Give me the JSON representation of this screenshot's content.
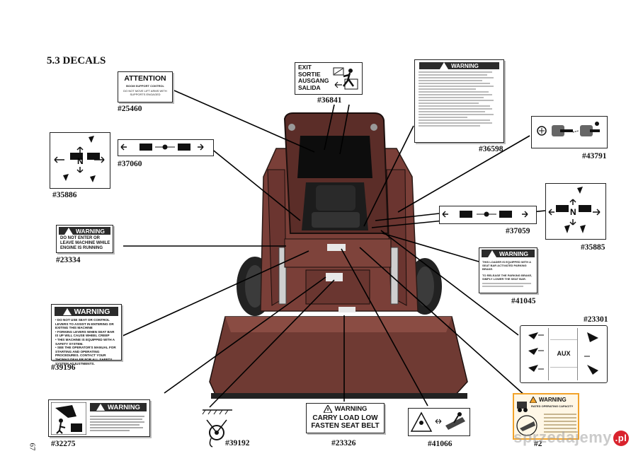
{
  "section_title": "5.3  DECALS",
  "page_number": "67",
  "watermark": {
    "text": "sprzedajemy",
    "badge": ".pl"
  },
  "decals": {
    "attention_25460": {
      "number": "#25460",
      "heading": "ATTENTION",
      "line1": "BOOM SUPPORT CONTROL",
      "line2": "DO NOT MOVE LIFT ARMS WITH SUPPORTS ENGAGED"
    },
    "exit_36841": {
      "number": "#36841",
      "line1": "EXIT",
      "line2": "SORTIE",
      "line3": "AUSGANG",
      "line4": "SALIDA"
    },
    "warning_36598": {
      "number": "#36598",
      "heading": "WARNING"
    },
    "decal_43791": {
      "number": "#43791"
    },
    "decal_37060": {
      "number": "#37060"
    },
    "decal_35886": {
      "number": "#35886"
    },
    "decal_37059": {
      "number": "#37059"
    },
    "decal_35885": {
      "number": "#35885"
    },
    "warning_23334": {
      "number": "#23334",
      "heading": "WARNING",
      "line1": "DO NOT ENTER OR",
      "line2": "LEAVE MACHINE WHILE",
      "line3": "ENGINE IS RUNNING"
    },
    "warning_41045": {
      "number": "#41045",
      "heading": "WARNING",
      "line1": "THIS LOADER IS EQUIPPED WITH A",
      "line2": "SEAT BAR ACTIVATED PARKING BRAKE.",
      "line3": "TO RELEASE THE PARKING BRAKE,",
      "line4": "SIMPLY LOWER THE SEAT BAR."
    },
    "decal_23301": {
      "number": "#23301",
      "aux": "AUX"
    },
    "warning_39196": {
      "number": "#39196",
      "heading": "WARNING",
      "b1": "• DO NOT USE SEAT OR CONTROL LEVERS TO ASSIST IN ENTERING OR EXITING THIS MACHINE",
      "b2": "• FORKING LEVERS WHEN SEAT BAR IS UP WILL CAUSE WHEEL CREEP",
      "b3": "• THIS MACHINE IS EQUIPPED WITH A SAFETY SYSTEM.",
      "b4": "• SEE THE OPERATOR'S MANUAL FOR STARTING AND OPERATING PROCEDURES. CONTACT YOUR THOMAS DEALER FOR ALL SAFETY SYSTEM ADJUSTMENTS."
    },
    "warning_32275": {
      "number": "#32275",
      "heading": "WARNING"
    },
    "decal_39192": {
      "number": "#39192"
    },
    "warning_23326": {
      "number": "#23326",
      "heading": "WARNING",
      "line1": "CARRY LOAD LOW",
      "line2": "FASTEN SEAT BELT"
    },
    "decal_41066": {
      "number": "#41066"
    },
    "warning_capacity": {
      "number": "#2",
      "heading": "WARNING",
      "sub": "RATED OPERATING CAPACITY"
    }
  },
  "colors": {
    "orange": "#f2a32a",
    "dark": "#2b2b2b"
  }
}
